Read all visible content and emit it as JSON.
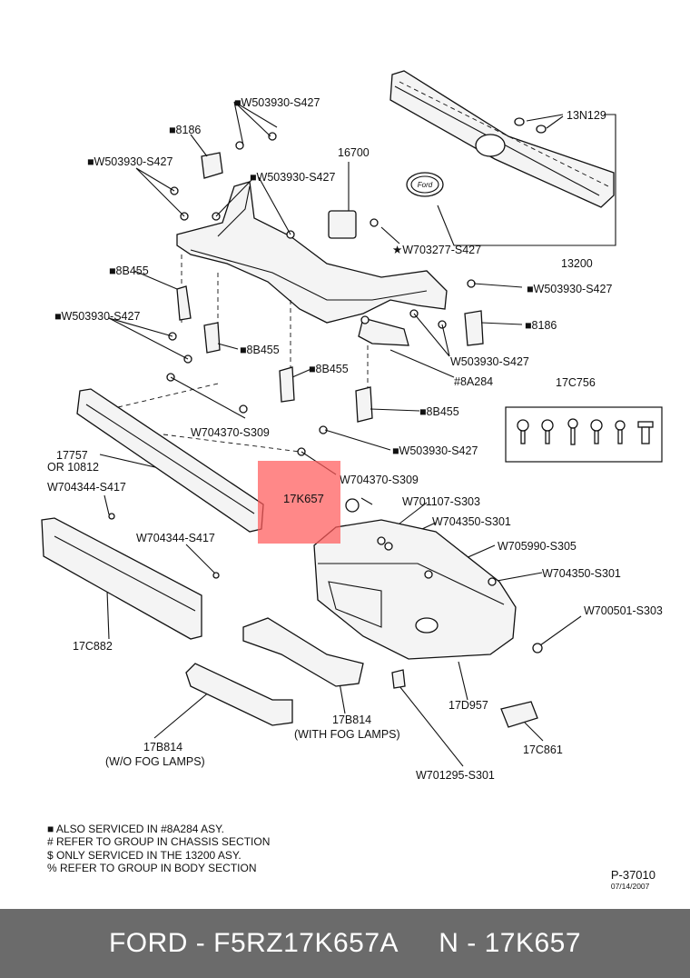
{
  "diagram": {
    "labels": {
      "w503930_top": "■W503930-S427",
      "n8186_top": "■8186",
      "w503930_left": "■W503930-S427",
      "n16700": "16700",
      "w503930_mid": "■W503930-S427",
      "w703277": "★W703277-S427",
      "n13n129": "13N129",
      "n13200": "13200",
      "n8b455_a": "■8B455",
      "w503930_right": "■W503930-S427",
      "w503930_l2": "■W503930-S427",
      "n8186_right": "■8186",
      "n8b455_b": "■8B455",
      "n8b455_c": "■8B455",
      "w503930_r2": "W503930-S427",
      "n8a284": "#8A284",
      "n17c756": "17C756",
      "w704370_a": "W704370-S309",
      "n8b455_d": "■8B455",
      "w503930_bottom": "■W503930-S427",
      "n17757": "17757",
      "or10812": "OR 10812",
      "w704370_b": "W704370-S309",
      "w704344_a": "W704344-S417",
      "n17k657": "17K657",
      "w701107": "W701107-S303",
      "w704350_a": "W704350-S301",
      "w704344_b": "W704344-S417",
      "w705990": "W705990-S305",
      "w704350_b": "W704350-S301",
      "w700501": "W700501-S303",
      "n17c882": "17C882",
      "n17b814_fog": "17B814",
      "with_fog": "(WITH FOG LAMPS)",
      "n17d957": "17D957",
      "n17c861": "17C861",
      "n17b814_nofog": "17B814",
      "wo_fog": "(W/O FOG LAMPS)",
      "w701295": "W701295-S301",
      "ford_badge": "Ford"
    },
    "legend": [
      "■ ALSO SERVICED IN #8A284 ASY.",
      "#  REFER TO GROUP IN CHASSIS SECTION",
      "$  ONLY SERVICED IN THE 13200 ASY.",
      "%  REFER TO GROUP IN BODY SECTION"
    ],
    "page_ref": "P-37010",
    "page_date": "07/14/2007",
    "highlight_color": "#ff5a5a"
  },
  "footer": {
    "left": "FORD - F5RZ17K657A",
    "right": "N - 17K657"
  }
}
